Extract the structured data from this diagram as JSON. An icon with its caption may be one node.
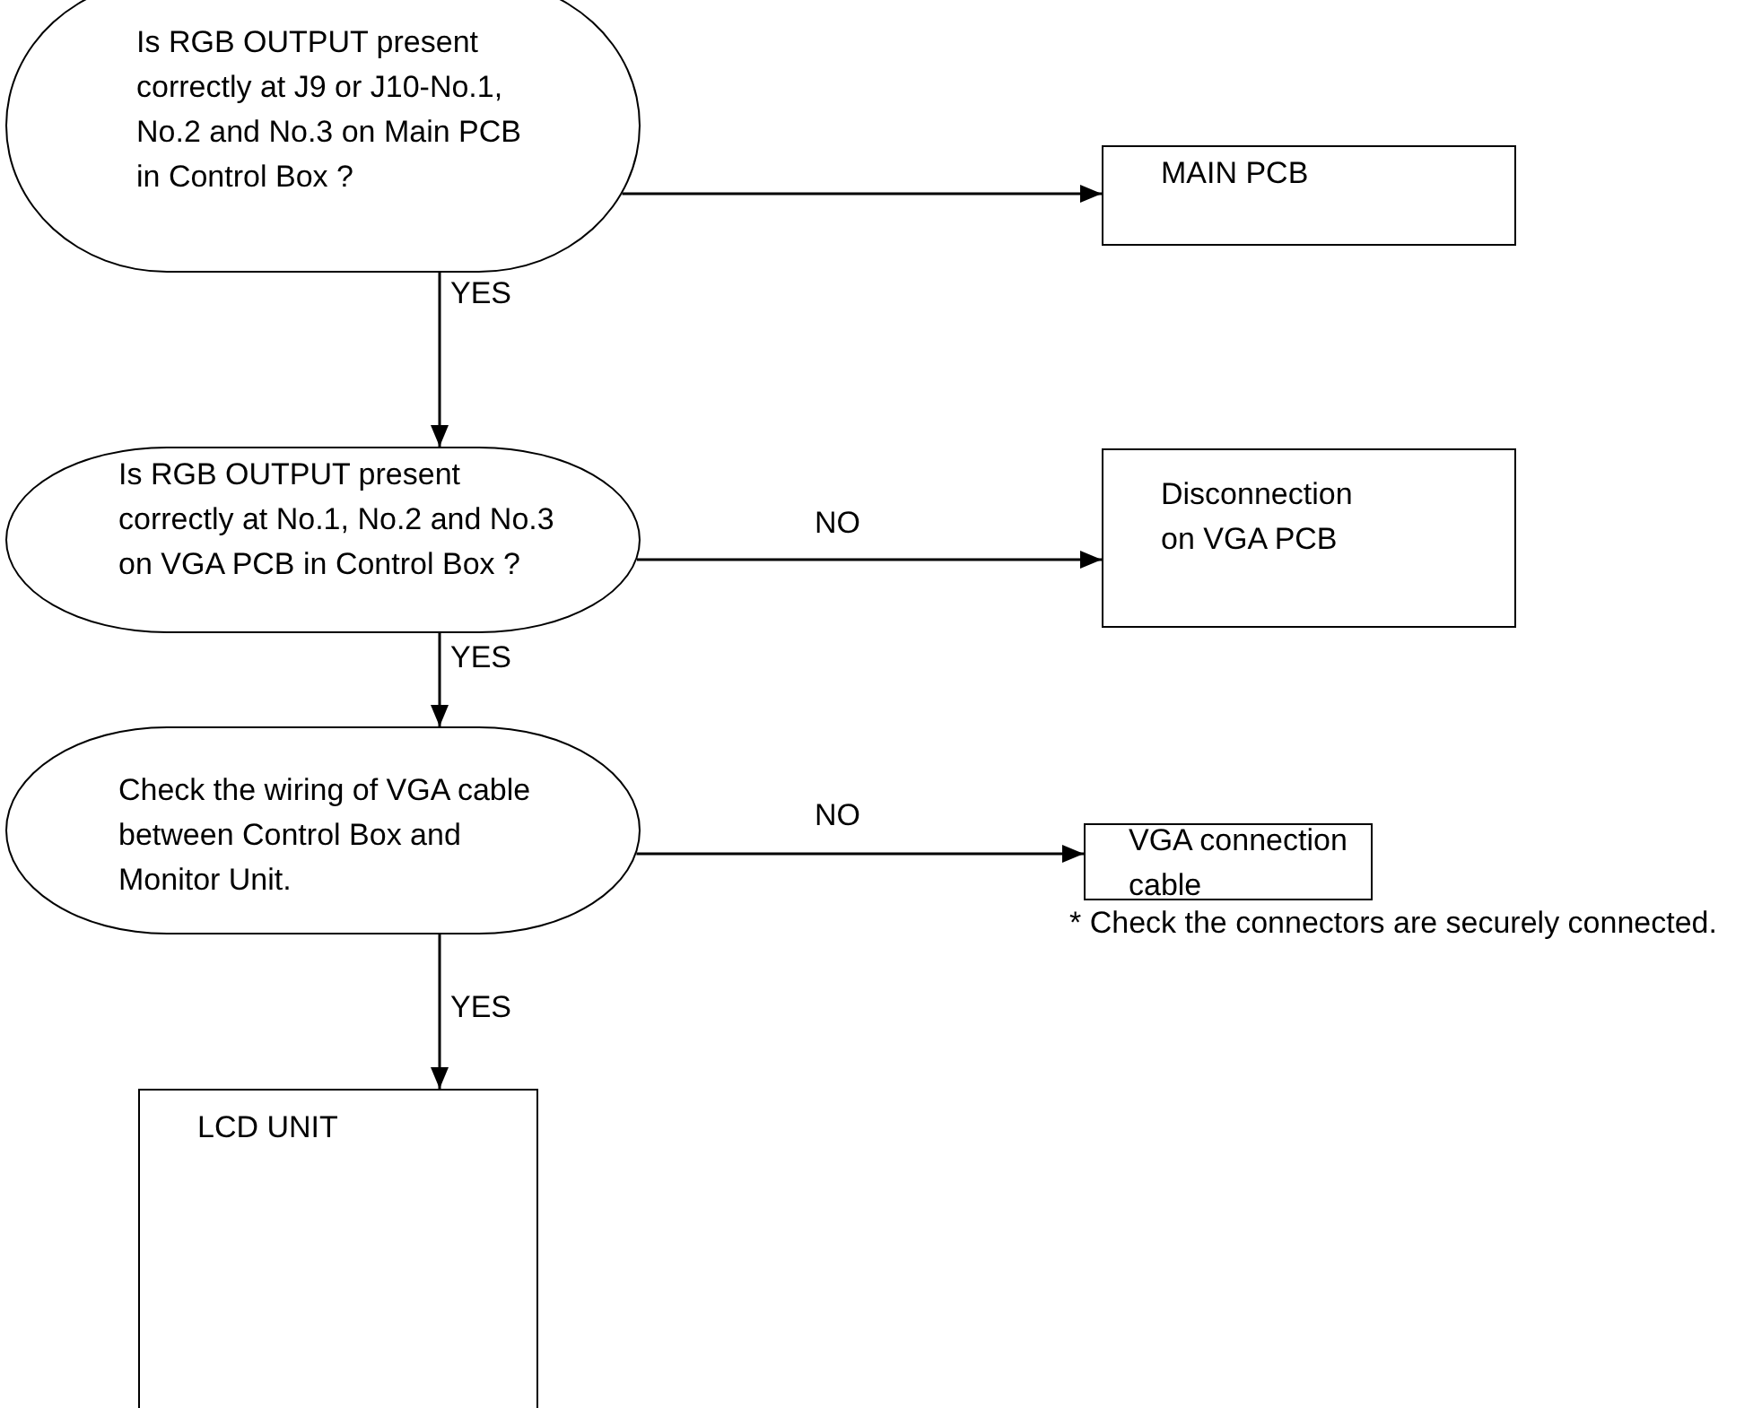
{
  "diagram": {
    "nodes": [
      {
        "text": [
          "Is RGB OUTPUT present correctly at J9 or J10-No.1, No.2 and No.3 on Main PCB in Control Box ?"
        ]
      },
      {
        "text": [
          "MAIN PCB"
        ]
      },
      {
        "text": [
          "Is RGB OUTPUT present correctly at No.1, No.2 and No.3 on VGA PCB in Control Box ?"
        ]
      },
      {
        "text": [
          "Disconnection on VGA PCB"
        ]
      },
      {
        "text": [
          "Check the wiring of VGA cable between Control Box and Monitor Unit."
        ]
      },
      {
        "text": [
          "VGA connection cable"
        ],
        "beside": [
          "* Check the connectors are securely connected."
        ]
      },
      {
        "text": [
          "LCD UNIT"
        ]
      }
    ],
    "edges": [
      {
        "from": 0,
        "to": 1,
        "arrow": "to"
      },
      {
        "from": 0,
        "to": 2,
        "arrow": "to",
        "label": "YES"
      },
      {
        "from": 2,
        "to": 3,
        "arrow": "to",
        "label": "NO"
      },
      {
        "from": 2,
        "to": 4,
        "arrow": "to",
        "label": "YES"
      },
      {
        "from": 4,
        "to": 5,
        "arrow": "to",
        "label": "NO"
      },
      {
        "from": 4,
        "to": 6,
        "arrow": "to",
        "label": "YES"
      }
    ]
  }
}
